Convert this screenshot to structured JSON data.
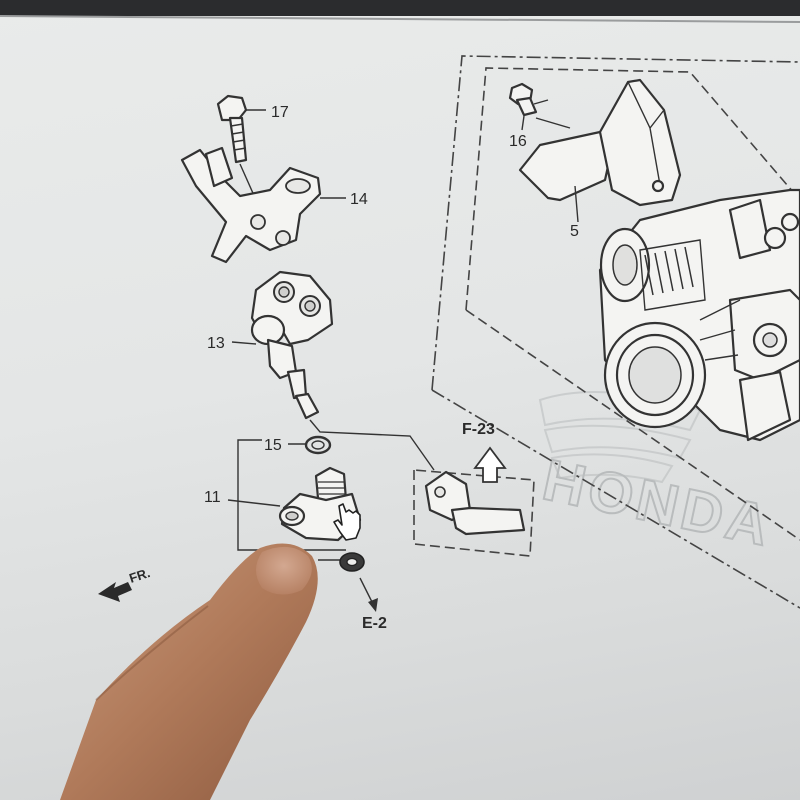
{
  "diagram": {
    "callouts": {
      "bolt": "17",
      "bracket": "14",
      "sensor_holder": "13",
      "o_ring": "15",
      "sensor": "11",
      "screw": "16",
      "cover": "5"
    },
    "references": {
      "f23": "F-23",
      "e2": "E-2"
    },
    "direction": "FR.",
    "watermark": "HONDA"
  },
  "colors": {
    "background": "#e6e8e8",
    "line": "#333333",
    "finger": "#b57d5c"
  }
}
